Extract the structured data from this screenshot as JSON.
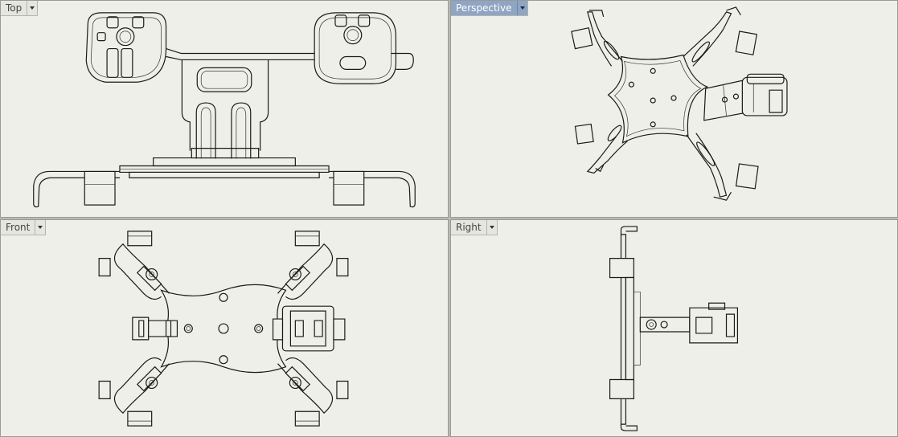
{
  "viewports": {
    "top": {
      "label": "Top"
    },
    "perspective": {
      "label": "Perspective"
    },
    "front": {
      "label": "Front"
    },
    "right": {
      "label": "Right"
    }
  },
  "active_viewport": "Perspective",
  "colors": {
    "viewport_background": "#efefe9",
    "active_tab": "#8fa5c4",
    "inactive_tab": "#e6e6e1",
    "linework": "#1a1a1a"
  },
  "icons": {
    "viewport_menu": "chevron-down-icon"
  }
}
